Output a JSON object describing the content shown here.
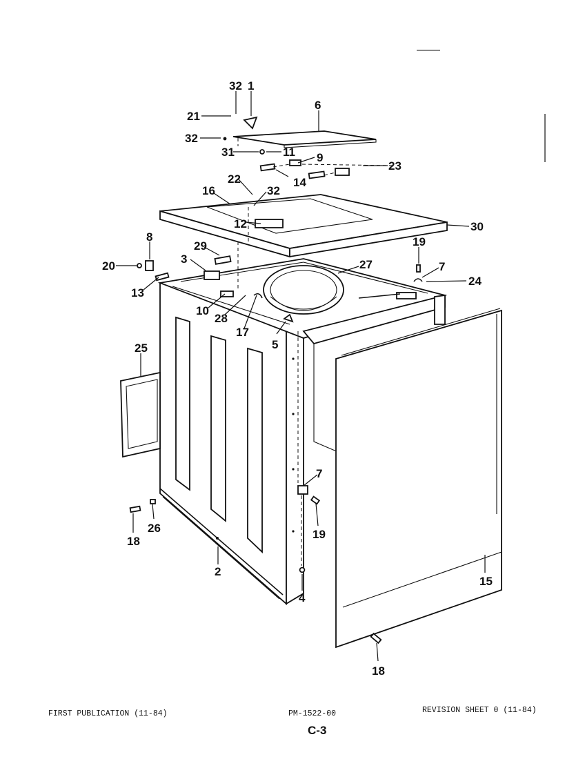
{
  "footer": {
    "left": "FIRST PUBLICATION (11-84)",
    "center": "PM-1522-00",
    "right": "REVISION SHEET 0 (11-84)",
    "page": "C-3"
  },
  "callouts": [
    {
      "id": "c-32a",
      "label": "32"
    },
    {
      "id": "c-1",
      "label": "1"
    },
    {
      "id": "c-6",
      "label": "6"
    },
    {
      "id": "c-21",
      "label": "21"
    },
    {
      "id": "c-32b",
      "label": "32"
    },
    {
      "id": "c-31",
      "label": "31"
    },
    {
      "id": "c-11",
      "label": "11"
    },
    {
      "id": "c-9",
      "label": "9"
    },
    {
      "id": "c-23",
      "label": "23"
    },
    {
      "id": "c-14",
      "label": "14"
    },
    {
      "id": "c-22",
      "label": "22"
    },
    {
      "id": "c-16",
      "label": "16"
    },
    {
      "id": "c-32c",
      "label": "32"
    },
    {
      "id": "c-12",
      "label": "12"
    },
    {
      "id": "c-30",
      "label": "30"
    },
    {
      "id": "c-8",
      "label": "8"
    },
    {
      "id": "c-29",
      "label": "29"
    },
    {
      "id": "c-3",
      "label": "3"
    },
    {
      "id": "c-20",
      "label": "20"
    },
    {
      "id": "c-13",
      "label": "13"
    },
    {
      "id": "c-19a",
      "label": "19"
    },
    {
      "id": "c-7a",
      "label": "7"
    },
    {
      "id": "c-24",
      "label": "24"
    },
    {
      "id": "c-27",
      "label": "27"
    },
    {
      "id": "c-10",
      "label": "10"
    },
    {
      "id": "c-28",
      "label": "28"
    },
    {
      "id": "c-17",
      "label": "17"
    },
    {
      "id": "c-5",
      "label": "5"
    },
    {
      "id": "c-25",
      "label": "25"
    },
    {
      "id": "c-7b",
      "label": "7"
    },
    {
      "id": "c-19b",
      "label": "19"
    },
    {
      "id": "c-18a",
      "label": "18"
    },
    {
      "id": "c-26",
      "label": "26"
    },
    {
      "id": "c-2",
      "label": "2"
    },
    {
      "id": "c-4",
      "label": "4"
    },
    {
      "id": "c-15",
      "label": "15"
    },
    {
      "id": "c-18b",
      "label": "18"
    }
  ]
}
